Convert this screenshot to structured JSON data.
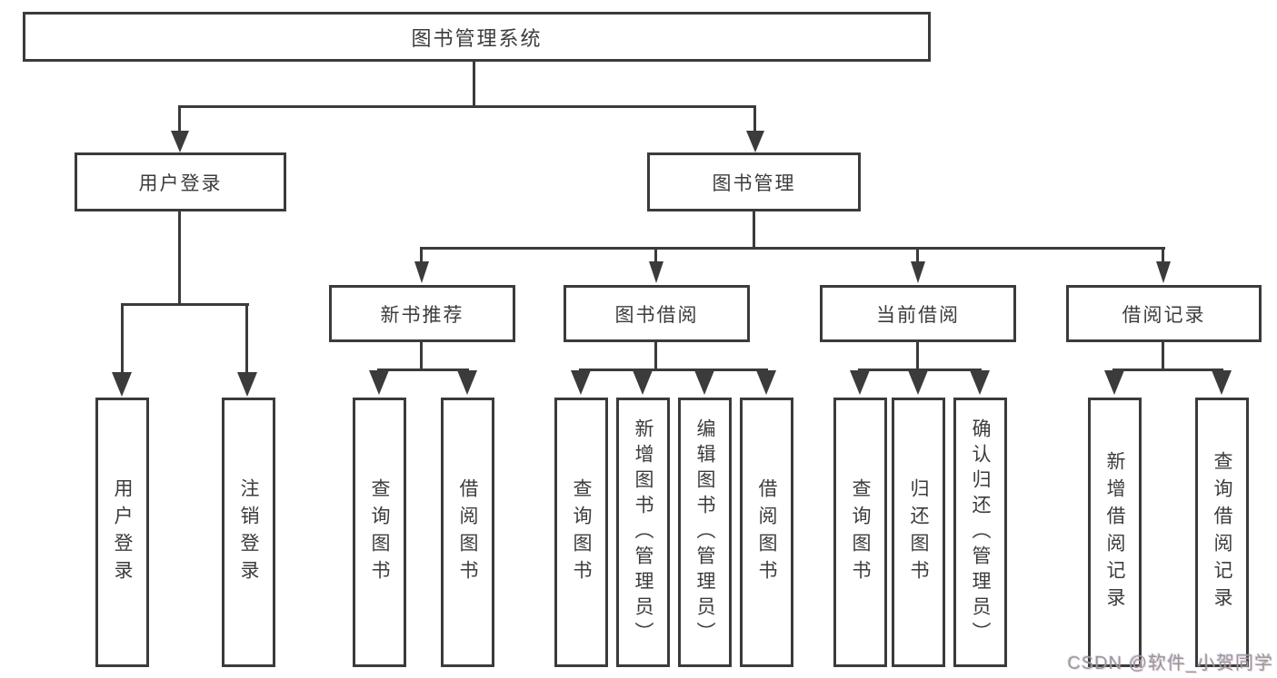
{
  "nodes": {
    "root": "图书管理系统",
    "user_login": "用户登录",
    "book_management": "图书管理",
    "new_book_recommend": "新书推荐",
    "book_borrowing": "图书借阅",
    "current_borrowing": "当前借阅",
    "borrowing_records": "借阅记录",
    "leaf_user_login": "用户登录",
    "leaf_logout": "注销登录",
    "leaf_nbr_query_books": "查询图书",
    "leaf_nbr_borrow_books": "借阅图书",
    "leaf_bb_query_books": "查询图书",
    "leaf_bb_add_books_admin": "新增图书（管理员）",
    "leaf_bb_edit_books_admin": "编辑图书（管理员）",
    "leaf_bb_borrow_books": "借阅图书",
    "leaf_cb_query_books": "查询图书",
    "leaf_cb_return_books": "归还图书",
    "leaf_cb_confirm_return_admin": "确认归还（管理员）",
    "leaf_br_add_record": "新增借阅记录",
    "leaf_br_query_record": "查询借阅记录"
  },
  "watermark": "CSDN @软件_小贺同学",
  "colors": {
    "line": "#3b3b3b",
    "text": "#3c3c3c",
    "watermark": "#999999",
    "background": "#ffffff"
  }
}
